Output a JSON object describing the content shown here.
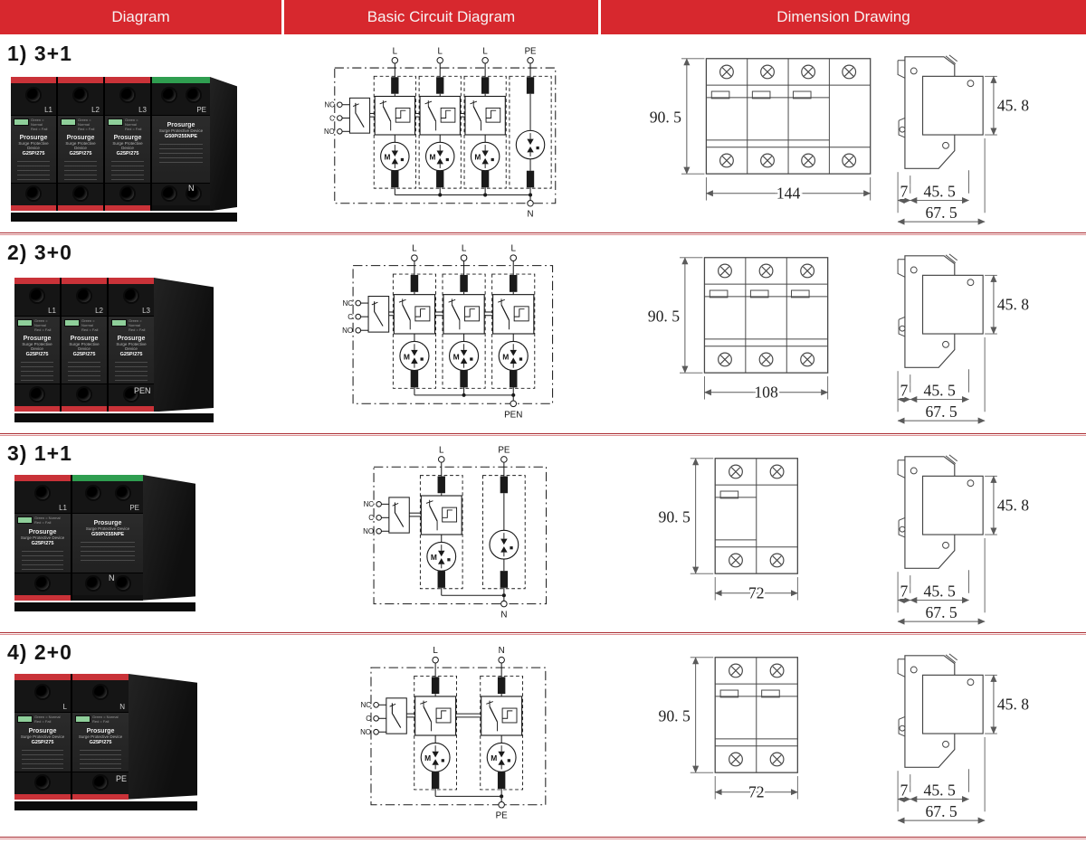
{
  "header": {
    "columns": [
      "Diagram",
      "Basic Circuit Diagram",
      "Dimension Drawing"
    ]
  },
  "colors": {
    "header_red": "#d7282e",
    "cap_red": "#c93238",
    "cap_green": "#2f9e50"
  },
  "sym": {
    "m": "M"
  },
  "rows": [
    {
      "label": "1) 3+1",
      "photo": {
        "brand": "Prosurge",
        "product": "Surge Protective Device",
        "indicator": "Green = Normal\nRed = Fail",
        "bottom": "N",
        "modules": [
          {
            "terminal": "L1",
            "cap": "red",
            "model": "G25P/275"
          },
          {
            "terminal": "L2",
            "cap": "red",
            "model": "G25P/275"
          },
          {
            "terminal": "L3",
            "cap": "red",
            "model": "G25P/275"
          },
          {
            "terminal": "PE",
            "cap": "green",
            "model": "G50P/255NPE"
          }
        ]
      },
      "circuit": {
        "tops": [
          "L",
          "L",
          "L",
          "PE"
        ],
        "bottom": "N",
        "aux": [
          "NC",
          "C",
          "NO"
        ]
      },
      "dims": {
        "h": "90. 5",
        "w": "144",
        "b": "45. 8",
        "r": "7",
        "f": "45. 5",
        "t": "67. 5"
      }
    },
    {
      "label": "2) 3+0",
      "photo": {
        "brand": "Prosurge",
        "product": "Surge Protective Device",
        "indicator": "Green = Normal\nRed = Fail",
        "bottom": "PEN",
        "modules": [
          {
            "terminal": "L1",
            "cap": "red",
            "model": "G25P/275"
          },
          {
            "terminal": "L2",
            "cap": "red",
            "model": "G25P/275"
          },
          {
            "terminal": "L3",
            "cap": "red",
            "model": "G25P/275"
          }
        ]
      },
      "circuit": {
        "tops": [
          "L",
          "L",
          "L"
        ],
        "bottom": "PEN",
        "aux": [
          "NC",
          "C",
          "NO"
        ]
      },
      "dims": {
        "h": "90. 5",
        "w": "108",
        "b": "45. 8",
        "r": "7",
        "f": "45. 5",
        "t": "67. 5"
      }
    },
    {
      "label": "3) 1+1",
      "photo": {
        "brand": "Prosurge",
        "product": "Surge Protective Device",
        "indicator": "Green = Normal\nRed = Fail",
        "bottom": "N",
        "modules": [
          {
            "terminal": "L1",
            "cap": "red",
            "model": "G25P/275"
          },
          {
            "terminal": "PE",
            "cap": "green",
            "model": "G50P/255NPE"
          }
        ]
      },
      "circuit": {
        "tops": [
          "L",
          "PE"
        ],
        "bottom": "N",
        "aux": [
          "NC",
          "C",
          "NO"
        ]
      },
      "dims": {
        "h": "90. 5",
        "w": "72",
        "b": "45. 8",
        "r": "7",
        "f": "45. 5",
        "t": "67. 5"
      }
    },
    {
      "label": "4) 2+0",
      "photo": {
        "brand": "Prosurge",
        "product": "Surge Protective Device",
        "indicator": "Green = Normal\nRed = Fail",
        "bottom": "PE",
        "modules": [
          {
            "terminal": "L",
            "cap": "red",
            "model": "G25P/275"
          },
          {
            "terminal": "N",
            "cap": "red",
            "model": "G25P/275"
          }
        ]
      },
      "circuit": {
        "tops": [
          "L",
          "N"
        ],
        "bottom": "PE",
        "aux": [
          "NC",
          "C",
          "NO"
        ]
      },
      "dims": {
        "h": "90. 5",
        "w": "72",
        "b": "45. 8",
        "r": "7",
        "f": "45. 5",
        "t": "67. 5"
      }
    }
  ]
}
